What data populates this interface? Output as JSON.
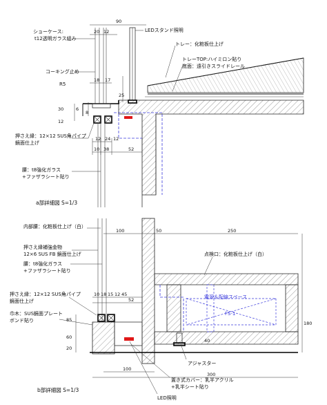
{
  "sheet": {
    "a_detail": {
      "title": "a部詳細図 S=1/3",
      "callouts": {
        "showcase": "ショーケース:",
        "showcase_glass": "t12透明ガラス組み",
        "caulking": "コーキング止め",
        "radius": "R5",
        "led_stand": "LEDスタンド照明",
        "tray": "トレー：化粧板仕上げ",
        "tray_top": "トレーTOP:ハイミロン貼り",
        "tray_bottom": "底面：遠引きスライドレール",
        "press_pipe": "押さえ縁：12×12 SUS角パイプ",
        "press_finish": "鏡面仕上げ",
        "waist_glass": "腰：t8強化ガラス",
        "waist_film": "+ファザラシート貼り"
      },
      "dims": {
        "d90": "90",
        "d20": "20",
        "d12_top": "12",
        "d18": "18",
        "d17": "17",
        "d25": "25",
        "d30": "30",
        "d6": "6",
        "d8": "8",
        "d12_left": "12",
        "d12_b1": "12",
        "d24": "24",
        "d12_b2": "12",
        "d10": "10",
        "d38": "38",
        "d52": "52"
      }
    },
    "b_detail": {
      "title": "b部詳細図 S=1/3",
      "callouts": {
        "interior": "内部腰：化粧板仕上げ（白）",
        "press_trim": "押さえ縁補強金物",
        "press_trim_spec": "12×6 SUS FB 鏡面仕上げ",
        "waist_glass": "腰：t8強化ガラス",
        "waist_film": "+ファザラシート貼り",
        "press_pipe": "押さえ縁：12×12 SUS角パイプ",
        "press_finish": "鏡面仕上げ",
        "skirting": "巾木：SUS鏡面プレート",
        "skirting_bond": "ボンド貼り",
        "inspection": "点検口：化粧板仕上げ（白）",
        "space": "電源＆配線スペース",
        "box_label": "FS-1",
        "adjuster": "アジャスター",
        "cover": "置き式カバー：乳半アクリル",
        "cover_film": "+乳半シート貼り",
        "led": "LED照明"
      },
      "dims": {
        "d100_top": "100",
        "d50": "50",
        "d250": "250",
        "d10": "10",
        "d18": "18",
        "d15": "15",
        "d12": "12",
        "d45": "45",
        "d52": "52",
        "d85": "85",
        "d60": "60",
        "d20": "20",
        "d180": "180",
        "d40": "40",
        "d100_bot": "100",
        "d300": "300"
      }
    }
  }
}
